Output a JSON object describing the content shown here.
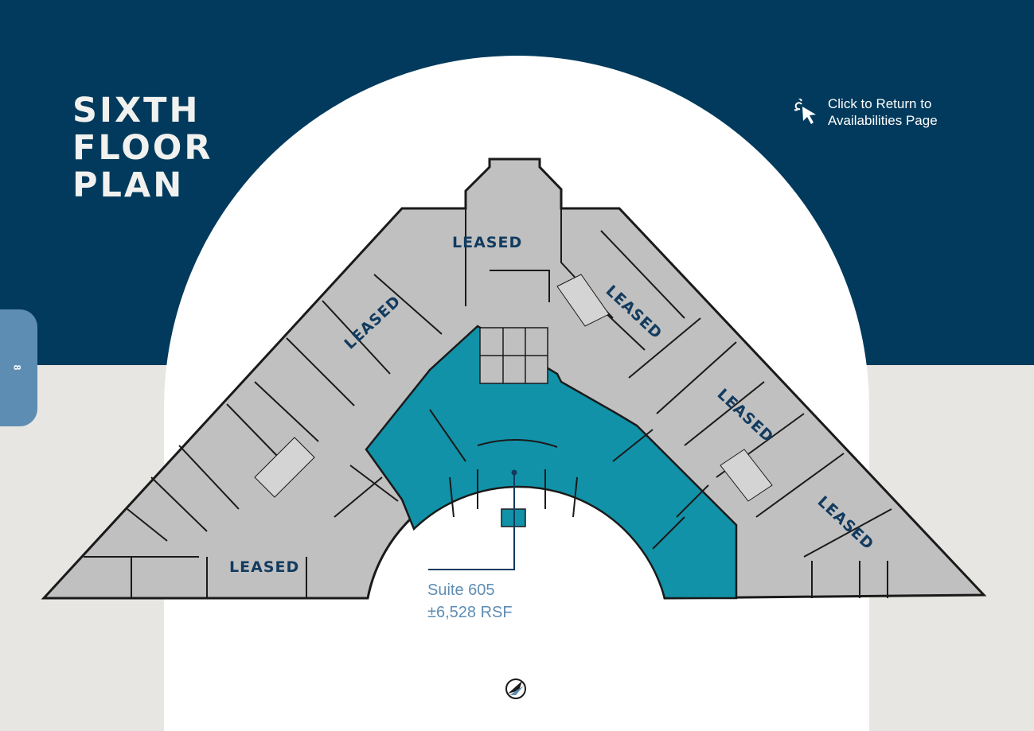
{
  "title": {
    "line1": "SIXTH",
    "line2": "FLOOR",
    "line3": "PLAN"
  },
  "return_link": {
    "line1": "Click to Return to",
    "line2": "Availabilities Page",
    "icon": "pointer-click-icon"
  },
  "page_number": "8",
  "areas": {
    "leased_top": "LEASED",
    "leased_upper_left": "LEASED",
    "leased_upper_right": "LEASED",
    "leased_right": "LEASED",
    "leased_far_right": "LEASED",
    "leased_bottom_left": "LEASED"
  },
  "suite": {
    "name": "Suite 605",
    "area": "±6,528 RSF"
  },
  "colors": {
    "navy": "#013a5c",
    "background": "#e7e6e2",
    "floor_gray": "#c0c0c0",
    "suite_teal": "#1192a8",
    "label_blue": "#5e8db4",
    "leased_text": "#123b5f"
  },
  "compass_icon": "north-arrow-icon"
}
